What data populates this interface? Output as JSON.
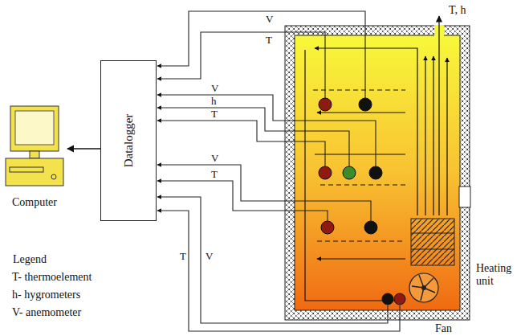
{
  "diagram": {
    "nodes": [
      {
        "text": [
          "Computer"
        ]
      },
      {
        "text": [
          "Datalogger"
        ]
      }
    ],
    "edges": [
      {
        "from": 1,
        "to": 0,
        "arrow": "to"
      }
    ],
    "labels": [
      "V",
      "T",
      "V",
      "h",
      "T",
      "V",
      "T",
      "V",
      "T",
      "T, h",
      "Heating unit",
      "Fan",
      "Legend"
    ],
    "legend": [
      {
        "text": "T- thermoelement"
      },
      {
        "text": "h- hygrometers"
      },
      {
        "text": "V- anemometer"
      }
    ]
  }
}
